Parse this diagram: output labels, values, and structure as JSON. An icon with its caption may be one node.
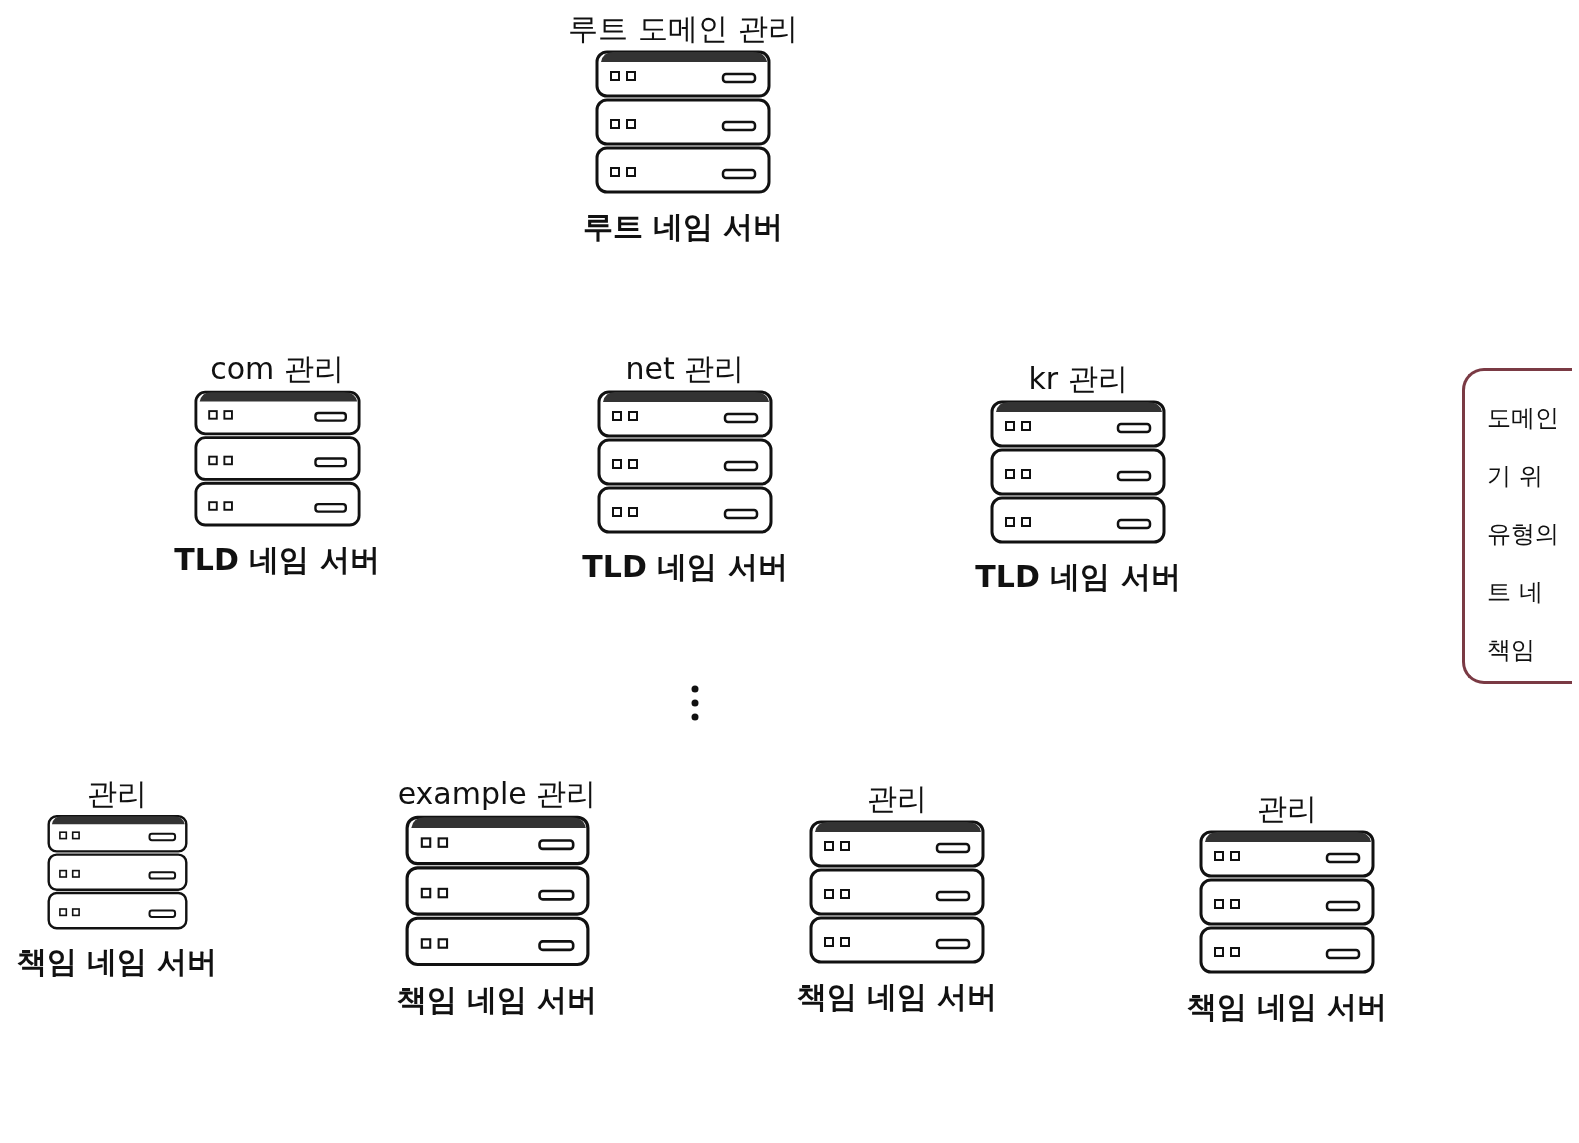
{
  "diagram": {
    "nodes": [
      {
        "text": [
          "루트 도메인 관리",
          "루트 네임 서버"
        ]
      },
      {
        "text": [
          "com 관리",
          "TLD 네임 서버"
        ]
      },
      {
        "text": [
          "net 관리",
          "TLD 네임 서버"
        ]
      },
      {
        "text": [
          "kr 관리",
          "TLD 네임 서버"
        ]
      },
      {
        "text": [
          "관리",
          "책임 네임 서버"
        ]
      },
      {
        "text": [
          "example 관리",
          "책임 네임 서버"
        ]
      },
      {
        "text": [
          "관리",
          "책임 네임 서버"
        ]
      },
      {
        "text": [
          "관리",
          "책임 네임 서버"
        ]
      },
      {
        "text": [
          "도메인",
          "기 위",
          "유형의",
          "트 네",
          "책임"
        ]
      }
    ],
    "edges": []
  }
}
